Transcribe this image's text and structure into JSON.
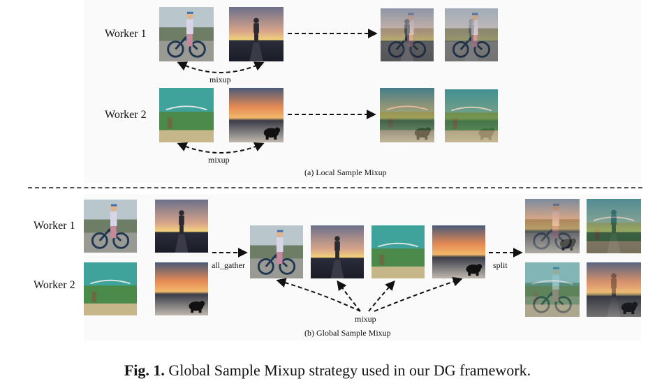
{
  "panel_a": {
    "worker1_label": "Worker 1",
    "worker2_label": "Worker 2",
    "mixup1": "mixup",
    "mixup2": "mixup",
    "caption": "(a) Local Sample Mixup"
  },
  "panel_b": {
    "worker1_label": "Worker 1",
    "worker2_label": "Worker 2",
    "all_gather": "all_gather",
    "split": "split",
    "mixup": "mixup",
    "caption": "(b) Global Sample Mixup"
  },
  "figure": {
    "label": "Fig. 1.",
    "caption": "Global Sample Mixup strategy used in our DG framework."
  },
  "colors": {
    "arrow": "#111111",
    "divider": "#555555"
  }
}
